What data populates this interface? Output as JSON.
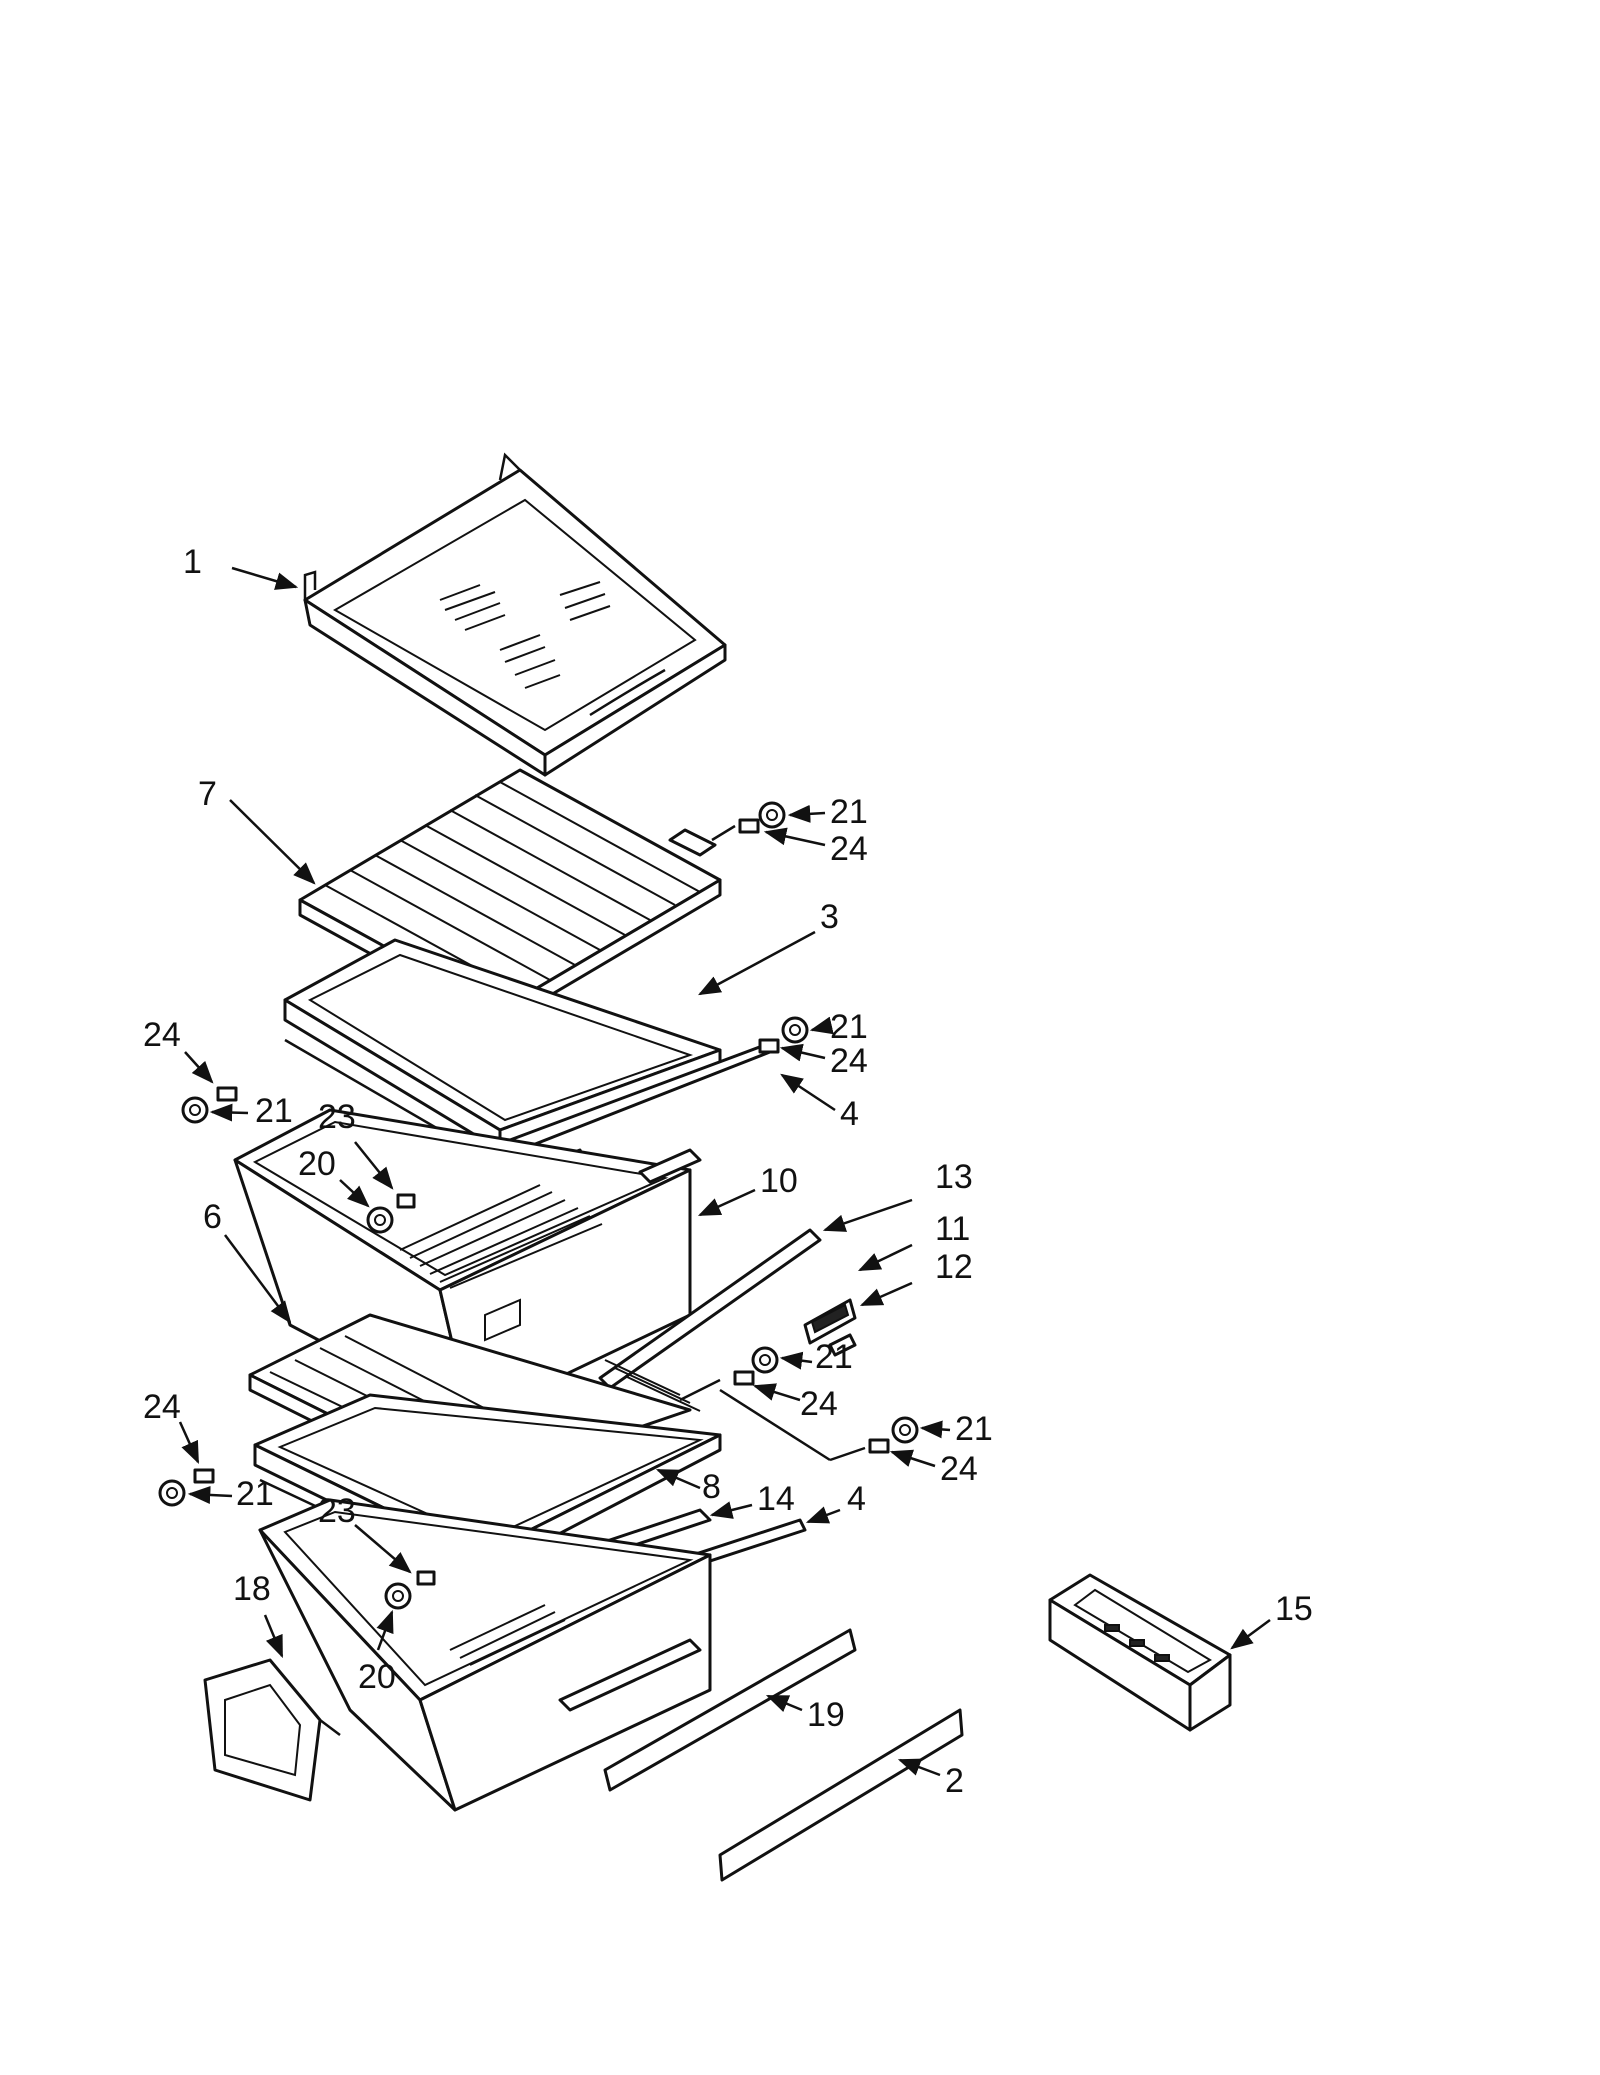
{
  "diagram": {
    "callouts": [
      {
        "id": "c1",
        "label": "1"
      },
      {
        "id": "c7",
        "label": "7"
      },
      {
        "id": "c21a",
        "label": "21"
      },
      {
        "id": "c24a",
        "label": "24"
      },
      {
        "id": "c3",
        "label": "3"
      },
      {
        "id": "c21b",
        "label": "21"
      },
      {
        "id": "c24b",
        "label": "24"
      },
      {
        "id": "c24c",
        "label": "24"
      },
      {
        "id": "c21c",
        "label": "21"
      },
      {
        "id": "c4a",
        "label": "4"
      },
      {
        "id": "c23a",
        "label": "23"
      },
      {
        "id": "c20a",
        "label": "20"
      },
      {
        "id": "c10",
        "label": "10"
      },
      {
        "id": "c13",
        "label": "13"
      },
      {
        "id": "c6",
        "label": "6"
      },
      {
        "id": "c11",
        "label": "11"
      },
      {
        "id": "c12",
        "label": "12"
      },
      {
        "id": "c21d",
        "label": "21"
      },
      {
        "id": "c24d",
        "label": "24"
      },
      {
        "id": "c24e",
        "label": "24"
      },
      {
        "id": "c21e",
        "label": "21"
      },
      {
        "id": "c24f",
        "label": "24"
      },
      {
        "id": "c21f",
        "label": "21"
      },
      {
        "id": "c8",
        "label": "8"
      },
      {
        "id": "c14",
        "label": "14"
      },
      {
        "id": "c4b",
        "label": "4"
      },
      {
        "id": "c23b",
        "label": "23"
      },
      {
        "id": "c18",
        "label": "18"
      },
      {
        "id": "c20b",
        "label": "20"
      },
      {
        "id": "c15",
        "label": "15"
      },
      {
        "id": "c19",
        "label": "19"
      },
      {
        "id": "c2",
        "label": "2"
      }
    ]
  }
}
